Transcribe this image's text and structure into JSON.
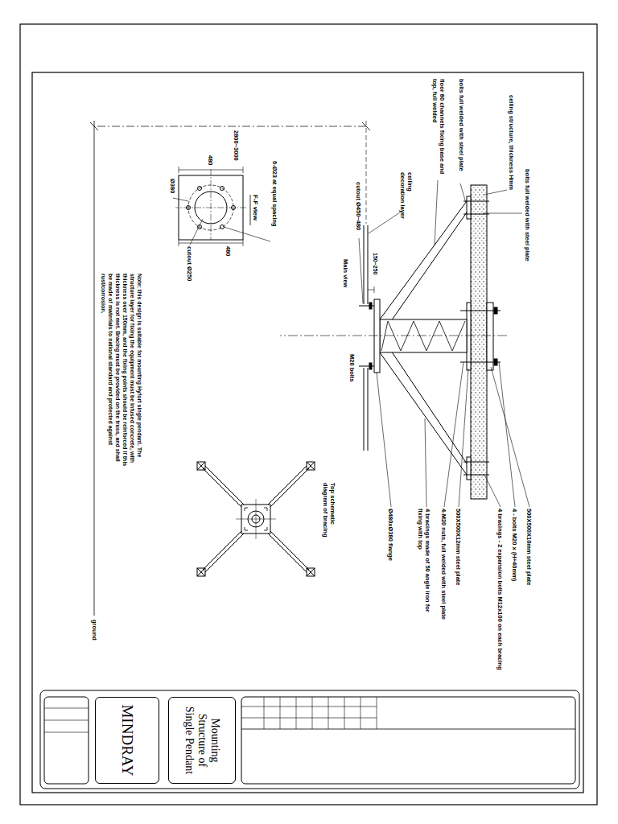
{
  "diagram": {
    "nodes": [
      {
        "text": [
          "MINDRAY"
        ]
      },
      {
        "text": [
          "Mounting Structure of Single Pendant"
        ]
      }
    ],
    "labels": [
      "2800~3000",
      "bolts full welded with steel plate",
      "ceiling structure, thickness Hmm",
      "bolts full welded with steel plate",
      "floor 80 channels fixing base and top, full welded",
      "ceiling decoration layer",
      "cutout Ø450~480",
      "150~250",
      "Main view",
      "M20 bolts",
      "500X500X10mm steel plate",
      "4 - bolts M20 x (H+40mm)",
      "4 bracings - 2 expansion bolts M12x100 on each bracing",
      "500X500X12mm steel plate",
      "4-M20 nuts, full welded with steel plate",
      "4 bracings made of 50 angle iron for fixing with top",
      "Ø480xØ380 flange",
      "6-Ø23 at equal spacing",
      "480",
      "480",
      "cutout Ø250",
      "Ø380",
      "F-F view",
      "Note: this design is suitable for mounting Hyfort single pendant. The structure layer for fixing the equipment must be infused concrete, with thickness over 150mm, and the fixing points should be reinforced if this thickness is not met. Bracing must be provided on the truss, and shall be made of materials to national standard and protected against rust/corrosion.",
      "Top schematic diagram of bracing",
      "ground"
    ]
  }
}
